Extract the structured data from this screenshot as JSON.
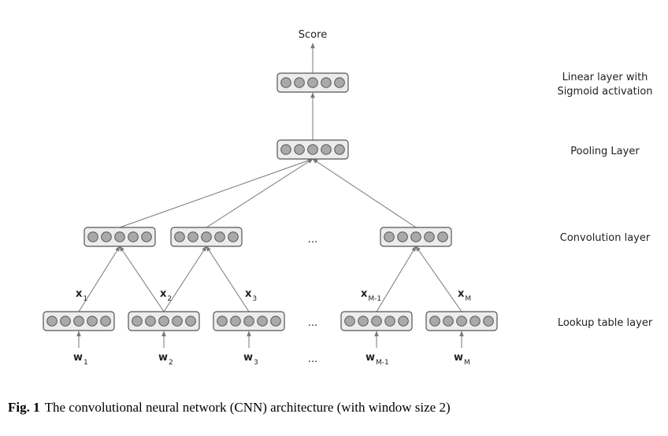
{
  "score_label": "Score",
  "layers": {
    "linear": [
      "Linear layer with",
      "Sigmoid activation"
    ],
    "pooling": "Pooling Layer",
    "convolution": "Convolution layer",
    "lookup": "Lookup table layer"
  },
  "ellipsis": "...",
  "conv_inputs": [
    {
      "base": "x",
      "sub": "1"
    },
    {
      "base": "x",
      "sub": "2"
    },
    {
      "base": "x",
      "sub": "3"
    },
    {
      "base": "x",
      "sub": "M-1"
    },
    {
      "base": "x",
      "sub": "M"
    }
  ],
  "words": [
    {
      "base": "w",
      "sub": "1"
    },
    {
      "base": "w",
      "sub": "2"
    },
    {
      "base": "w",
      "sub": "3"
    },
    {
      "base": "w",
      "sub": "M-1"
    },
    {
      "base": "w",
      "sub": "M"
    }
  ],
  "caption": {
    "label": "Fig. 1",
    "text": "The convolutional neural network (CNN) architecture (with window size 2)"
  },
  "colors": {
    "box_fill": "#ececec",
    "box_stroke": "#555555",
    "node_fill": "#a9a9a9",
    "arrow": "#777777"
  },
  "units_per_vector": 5
}
